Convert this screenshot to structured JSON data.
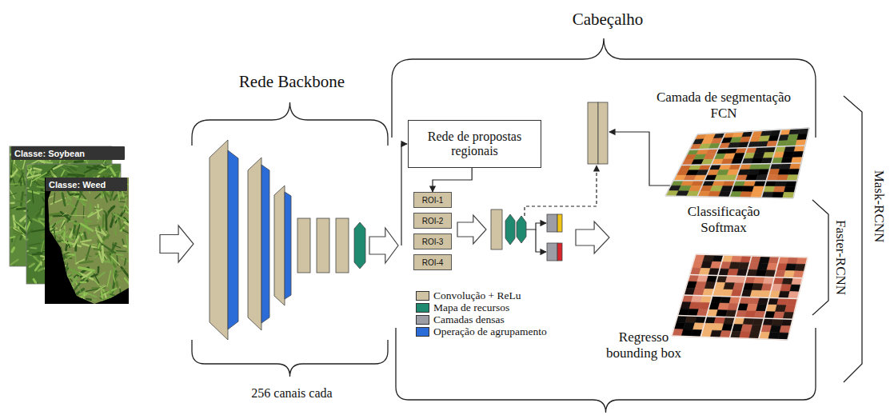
{
  "diagram": {
    "nodes": [
      {
        "text": [
          "Classe: Soybean"
        ]
      },
      {
        "text": [
          "Classe: Weed"
        ]
      },
      {
        "text": [
          "Rede de propostas regionais"
        ]
      },
      {
        "text": [
          "ROI-1"
        ]
      },
      {
        "text": [
          "ROI-2"
        ]
      },
      {
        "text": [
          "ROI-3"
        ]
      },
      {
        "text": [
          "ROI-4"
        ]
      }
    ],
    "edges": [
      {
        "from": 2,
        "to": 3,
        "arrow": "to"
      }
    ],
    "labels": [
      "Cabeçalho",
      "Rede Backbone",
      "256 canais cada",
      "Camada de segmentação FCN",
      "Classificação Softmax",
      "Regresso bounding box",
      "Faster-RCNN",
      "Mask-RCNN"
    ],
    "legend": [
      {
        "text": "Convolução + ReLu",
        "color": "#cfc3a3"
      },
      {
        "text": "Mapa de recursos",
        "color": "#1f8a70"
      },
      {
        "text": "Camadas densas",
        "color": "#9d9da5"
      },
      {
        "text": "Operação de agrupamento",
        "color": "#2b6cd9"
      }
    ]
  }
}
